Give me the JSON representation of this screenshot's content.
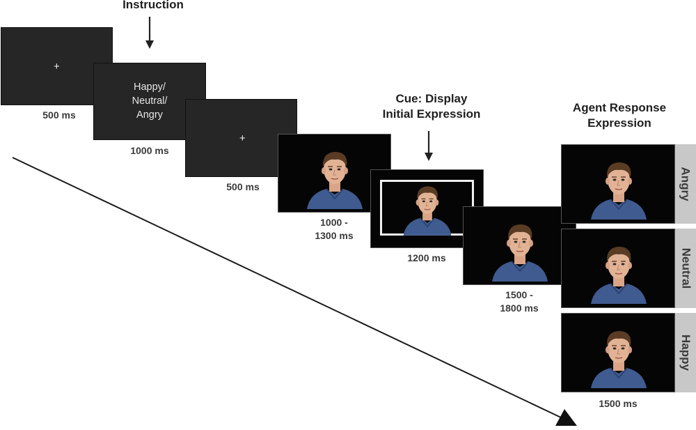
{
  "headings": {
    "instruction": "Instruction",
    "cue_line1": "Cue: Display",
    "cue_line2": "Initial Expression",
    "agent_line1": "Agent Response",
    "agent_line2": "Expression"
  },
  "screens": {
    "fixation_1": {
      "symbol": "+"
    },
    "instruction": {
      "line1": "Happy/",
      "line2": "Neutral/",
      "line3": "Angry"
    },
    "fixation_2": {
      "symbol": "+"
    }
  },
  "durations": {
    "d1": "500 ms",
    "d2": "1000 ms",
    "d3": "500 ms",
    "d4_line1": "1000 -",
    "d4_line2": "1300 ms",
    "d5": "1200 ms",
    "d6_line1": "1500 -",
    "d6_line2": "1800 ms",
    "d7": "1500 ms"
  },
  "response_labels": [
    "Angry",
    "Neutral",
    "Happy"
  ],
  "colors": {
    "dark_screen": "#262626",
    "face_screen": "#050505",
    "label_bg": "#c8c8c8",
    "cue_frame": "#f0f0f0"
  }
}
